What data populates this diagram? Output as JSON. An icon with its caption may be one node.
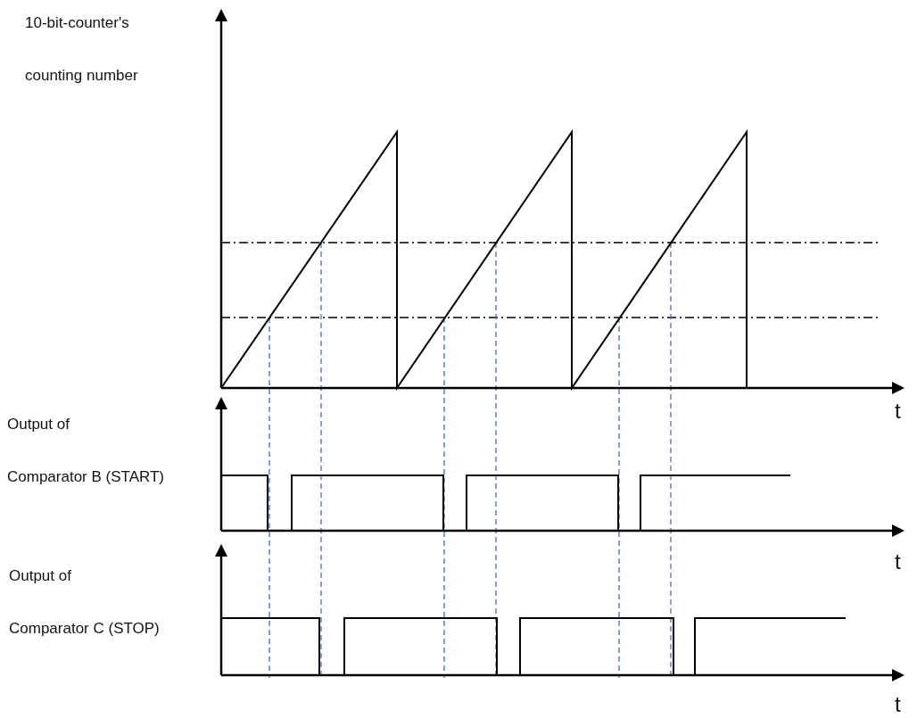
{
  "diagram": {
    "labels": [
      "10-bit-counter's",
      "counting number",
      "t",
      "Output of",
      "Comparator B (START)",
      "t",
      "Output of",
      "Comparator C (STOP)",
      "t"
    ]
  }
}
